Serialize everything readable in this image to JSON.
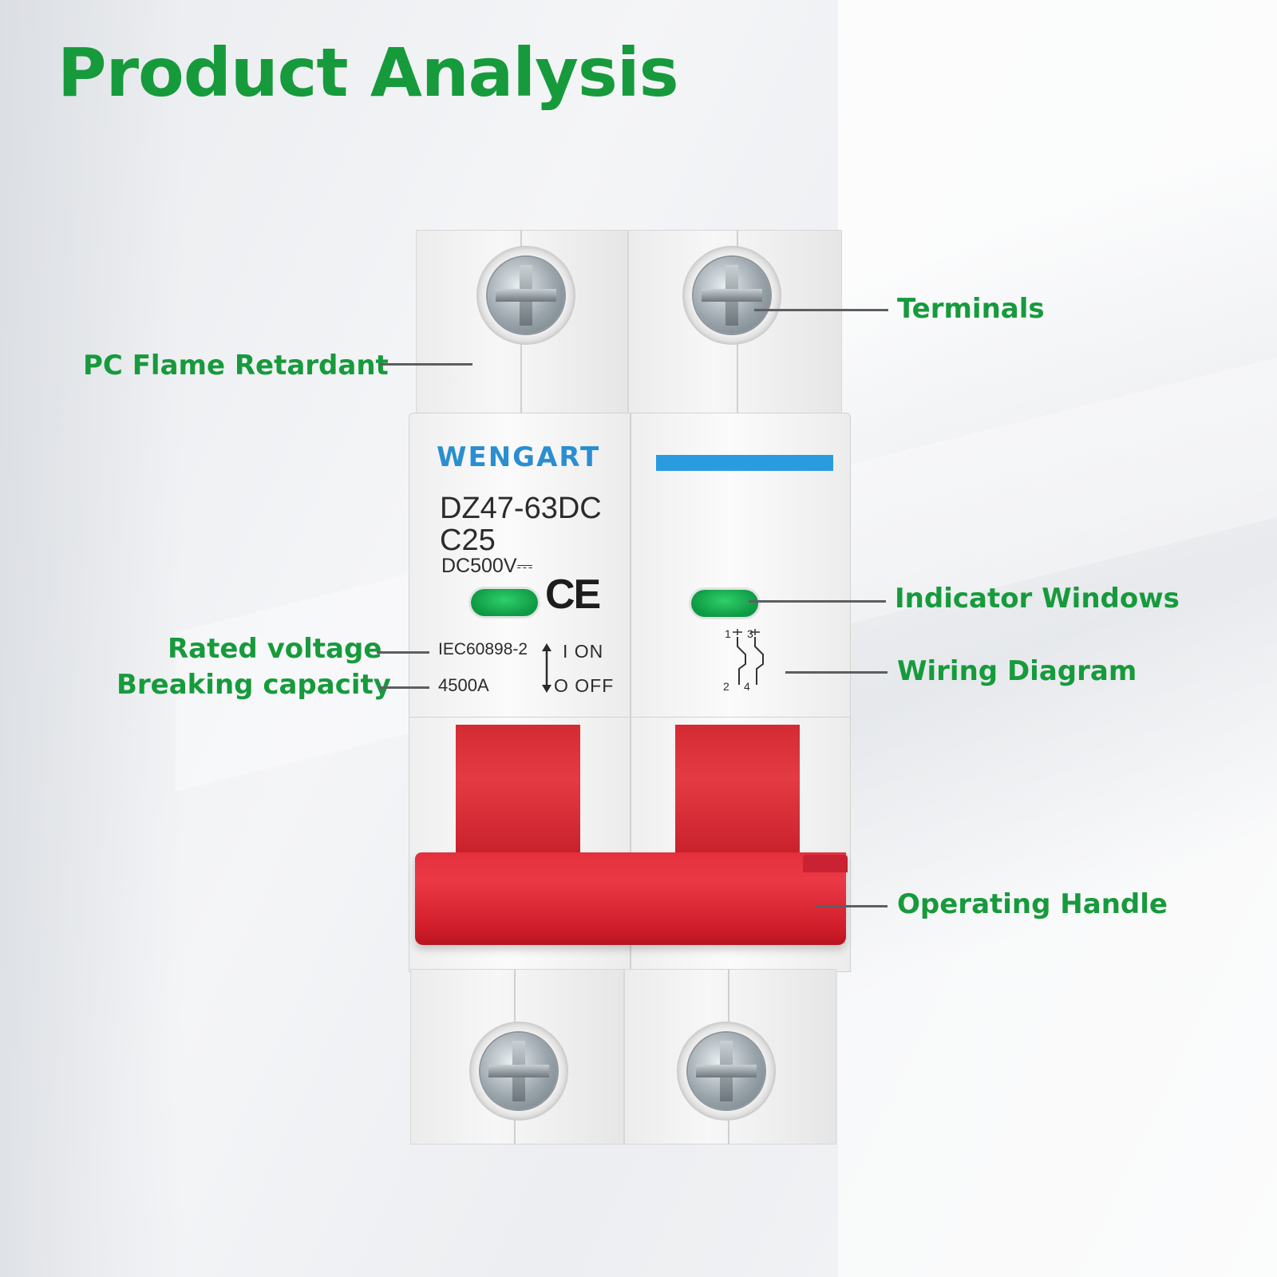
{
  "title": "Product Analysis",
  "labels": {
    "terminals": "Terminals",
    "pc_flame_retardant": "PC Flame Retardant",
    "indicator_windows": "Indicator Windows",
    "rated_voltage": "Rated voltage",
    "breaking_capacity": "Breaking capacity",
    "wiring_diagram": "Wiring Diagram",
    "operating_handle": "Operating Handle"
  },
  "product": {
    "brand": "WENGART",
    "model": "DZ47-63DC",
    "curve": "C25",
    "voltage": "DC500V⎓",
    "standard": "IEC60898-2",
    "breaking_capacity": "4500A",
    "on_label": "I ON",
    "off_label": "O OFF",
    "certification": "CE",
    "pins": {
      "top_left": "1",
      "top_right": "3",
      "bottom_left": "2",
      "bottom_right": "4"
    }
  },
  "colors": {
    "label_green": "#179a3c",
    "brand_blue": "#2a8ed0",
    "handle_red": "#e3303c",
    "indicator_green": "#1fb857"
  }
}
